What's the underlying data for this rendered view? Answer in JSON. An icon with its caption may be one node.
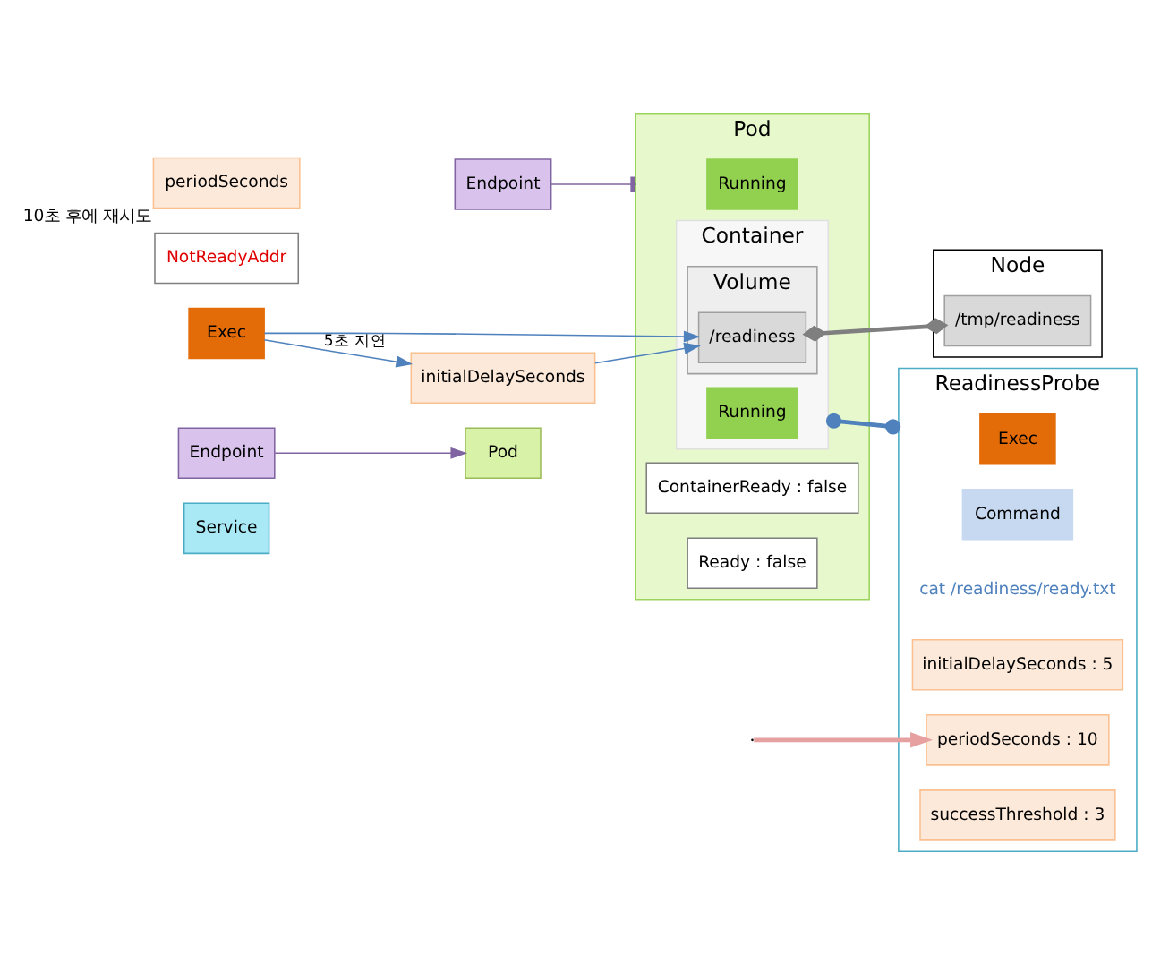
{
  "diagram": {
    "nodes": [
      {
        "text": [
          "Service"
        ]
      },
      {
        "text": [
          "Endpoint"
        ]
      },
      {
        "text": [
          "Endpoint"
        ]
      },
      {
        "text": [
          "Pod"
        ]
      },
      {
        "text": [
          "NotReadyAddr"
        ]
      },
      {
        "text": [
          "Pod"
        ]
      },
      {
        "text": [
          "Running"
        ],
        "in": 5
      },
      {
        "text": [
          "ContainerReady : false"
        ],
        "in": 5
      },
      {
        "text": [
          "Ready : false"
        ],
        "in": 5
      },
      {
        "text": [
          "Container"
        ],
        "in": 5
      },
      {
        "text": [
          "Running"
        ],
        "in": 9
      },
      {
        "text": [
          "Volume"
        ],
        "in": 9
      },
      {
        "text": [
          "/readiness"
        ],
        "in": 11
      },
      {
        "text": [
          "ReadinessProbe"
        ]
      },
      {
        "text": [
          "Exec"
        ],
        "in": 13
      },
      {
        "text": [
          "Command"
        ],
        "in": 13
      },
      {
        "text": [
          "cat /readiness/ready.txt"
        ],
        "in": 13
      },
      {
        "text": [
          "initialDelaySeconds : 5"
        ],
        "in": 13
      },
      {
        "text": [
          "periodSeconds : 10"
        ],
        "in": 13
      },
      {
        "text": [
          "successThreshold : 3"
        ],
        "in": 13
      },
      {
        "text": [
          "Node"
        ]
      },
      {
        "text": [
          "/tmp/readiness"
        ],
        "in": 20
      },
      {
        "text": [
          "periodSeconds"
        ],
        "beside": [
          "10초 후에 재시도"
        ]
      },
      {
        "text": [
          "Exec"
        ]
      },
      {
        "text": [
          "initialDelaySeconds"
        ]
      }
    ],
    "edges": [
      {
        "from": 1,
        "to": 3,
        "arrow": "to",
        "color": "#8064a2"
      },
      {
        "from": 2,
        "to": 5,
        "arrow": "other",
        "color": "#8064a2"
      },
      {
        "from": 9,
        "to": 13,
        "arrow": "other",
        "style": "thick"
      },
      {
        "from": 23,
        "to": 12,
        "arrow": "to"
      },
      {
        "from": 23,
        "to": 24,
        "arrow": "to",
        "label": "5초 지연"
      },
      {
        "from": 24,
        "to": 12,
        "arrow": "to"
      },
      {
        "from": 12,
        "to": 21,
        "arrow": "other",
        "style": "thick",
        "color": "#7f7f7f"
      },
      {
        "from": null,
        "to": 18,
        "arrow": "to",
        "style": "thick",
        "color": "#e6a0a0"
      }
    ]
  }
}
